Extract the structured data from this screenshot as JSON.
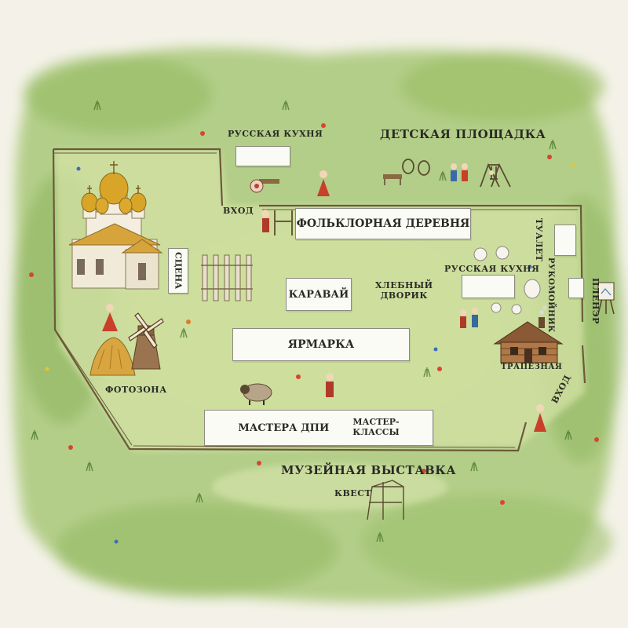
{
  "map": {
    "labels": {
      "russian_kitchen_top": "РУССКАЯ КУХНЯ",
      "kids_playground": "ДЕТСКАЯ ПЛОЩАДКА",
      "entrance_top": "ВХОД",
      "folk_village": "ФОЛЬКЛОРНАЯ ДЕРЕВНЯ",
      "toilet": "ТУАЛЕТ",
      "handwashing": "РУКОМОЙНИК",
      "plein_air": "ПЛЕНЭР",
      "stage": "СЦЕНА",
      "karavai": "КАРАВАЙ",
      "bread_yard": "ХЛЕБНЫЙ\nДВОРИК",
      "russian_kitchen_right": "РУССКАЯ КУХНЯ",
      "fair": "ЯРМАРКА",
      "refectory": "ТРАПЕЗНАЯ",
      "photozone": "ФОТОЗОНА",
      "entrance_right": "ВХОД",
      "crafts_masters": "МАСТЕРА ДПИ",
      "masterclasses": "МАСТЕР-\nКЛАССЫ",
      "museum_exhibit": "МУЗЕЙНАЯ ВЫСТАВКА",
      "quest": "КВЕСТ"
    },
    "icons": [
      "church-icon",
      "windmill-icon",
      "haystack-icon",
      "log-house-icon",
      "swing-icon",
      "easel-icon",
      "sheep-icon",
      "person-icon",
      "bench-icon",
      "arch-icon",
      "flower-icon"
    ],
    "colors": {
      "grass": "#a8c878",
      "grass_light": "#d4e2a6",
      "fence": "#6b5a3a",
      "dome_gold": "#d9a528",
      "sign_bg": "#fbfbf6"
    }
  }
}
